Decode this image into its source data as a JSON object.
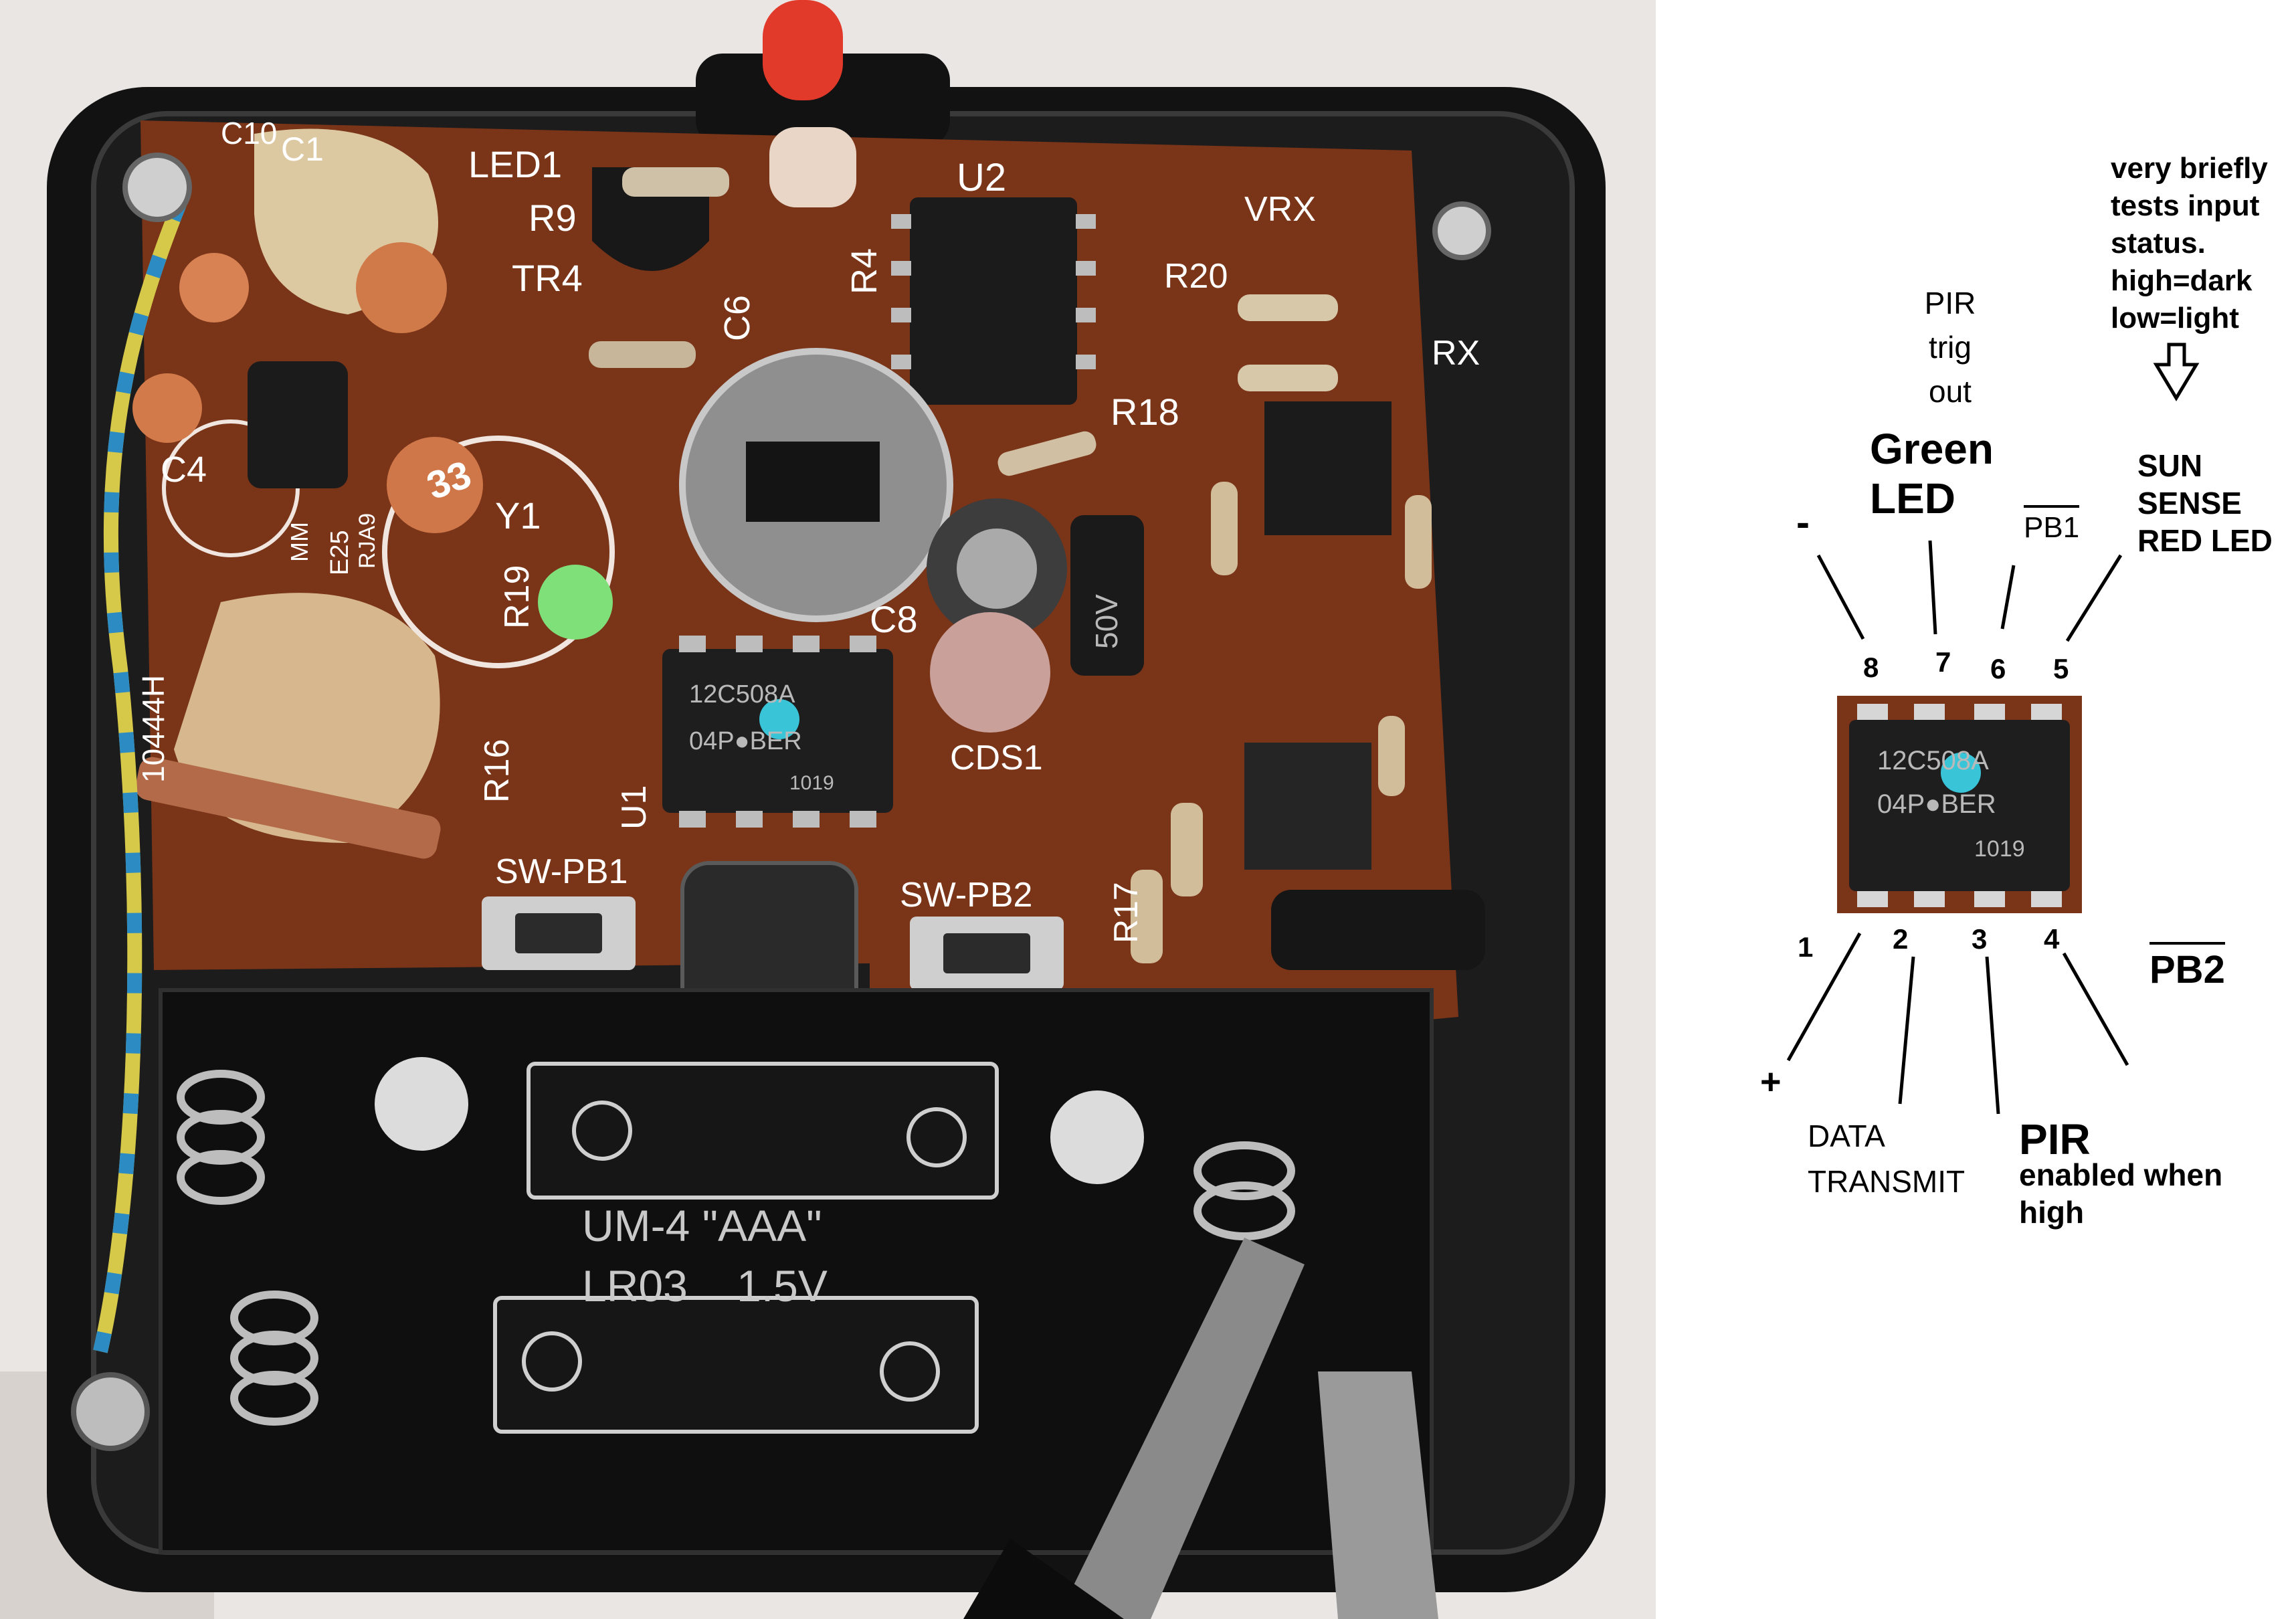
{
  "photo": {
    "board_labels": [
      "LED1",
      "R9",
      "TR4",
      "C6",
      "R4",
      "U2",
      "VRX",
      "R20",
      "RX",
      "R18",
      "C4",
      "Y1",
      "R19",
      "C8",
      "50V",
      "CDS1",
      "U1",
      "R16",
      "SW-PB1",
      "SW-PB2",
      "R17",
      "C1",
      "C10",
      "10444H",
      "E25",
      "MM",
      "RJA9"
    ],
    "cap_code": "33",
    "chip_u1": [
      "12C508A",
      "04P●BER",
      "1019"
    ],
    "battery_mold": [
      "UM-4 \"AAA\"",
      "LR03    1.5V"
    ]
  },
  "diagram": {
    "note": [
      "very briefly",
      "tests input",
      "status.",
      "high=dark",
      "low=light"
    ],
    "pir_trig": [
      "PIR",
      "trig",
      "out"
    ],
    "green_led": [
      "Green",
      "LED"
    ],
    "pb1": "PB1",
    "sun_sense": [
      "SUN",
      "SENSE",
      "RED LED"
    ],
    "minus": "-",
    "pins_top": [
      "8",
      "7",
      "6",
      "5"
    ],
    "pins_bottom": [
      "1",
      "2",
      "3",
      "4"
    ],
    "plus": "+",
    "pb2": "PB2",
    "data_transmit": [
      "DATA",
      "TRANSMIT"
    ],
    "pir_enable_title": "PIR",
    "pir_enable": [
      "enabled when",
      "high"
    ],
    "chip": [
      "12C508A",
      "04P●BER",
      "1019"
    ],
    "colors": {
      "pcb": "#7a3418",
      "case": "#141414",
      "chip": "#1e1e1e",
      "dot": "#39c4d8"
    }
  }
}
